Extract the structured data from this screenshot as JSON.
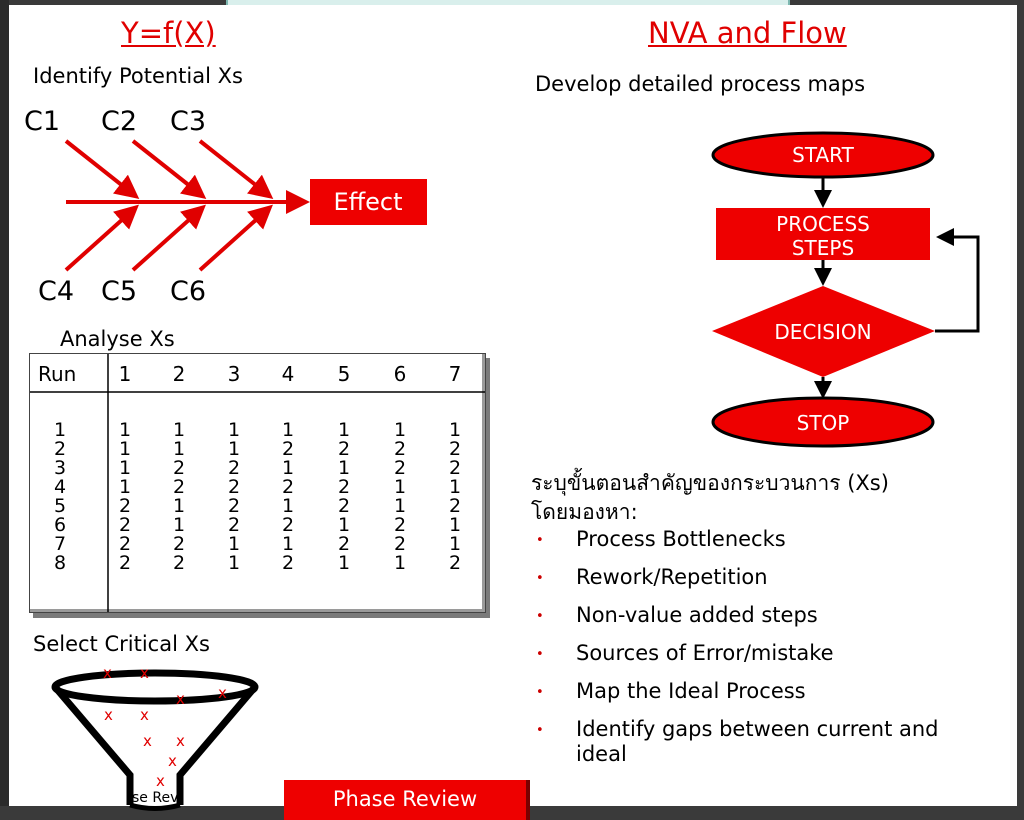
{
  "left": {
    "title": "Y=f(X)",
    "identify_label": "Identify Potential Xs",
    "fishbone": {
      "causes_top": [
        "C1",
        "C2",
        "C3"
      ],
      "causes_bottom": [
        "C4",
        "C5",
        "C6"
      ],
      "effect_label": "Effect"
    },
    "analyse_label": "Analyse Xs",
    "table": {
      "header": [
        "Run",
        "1",
        "2",
        "3",
        "4",
        "5",
        "6",
        "7"
      ],
      "rows": [
        [
          "1",
          "1",
          "1",
          "1",
          "1",
          "1",
          "1",
          "1"
        ],
        [
          "2",
          "1",
          "1",
          "1",
          "2",
          "2",
          "2",
          "2"
        ],
        [
          "3",
          "1",
          "2",
          "2",
          "1",
          "1",
          "2",
          "2"
        ],
        [
          "4",
          "1",
          "2",
          "2",
          "2",
          "2",
          "1",
          "1"
        ],
        [
          "5",
          "2",
          "1",
          "2",
          "1",
          "2",
          "1",
          "2"
        ],
        [
          "6",
          "2",
          "1",
          "2",
          "2",
          "1",
          "2",
          "1"
        ],
        [
          "7",
          "2",
          "2",
          "1",
          "1",
          "2",
          "2",
          "1"
        ],
        [
          "8",
          "2",
          "2",
          "1",
          "2",
          "1",
          "1",
          "2"
        ]
      ]
    },
    "select_label": "Select Critical Xs",
    "funnel_mark": "x",
    "funnel_text": "se Rev"
  },
  "right": {
    "title": "NVA and Flow",
    "subtitle": "Develop detailed process maps",
    "flowchart": {
      "start": "START",
      "process_line1": "PROCESS",
      "process_line2": "STEPS",
      "decision": "DECISION",
      "stop": "STOP"
    },
    "thai_heading_line1": "ระบุขั้นตอนสำคัญของกระบวนการ (Xs)",
    "thai_heading_line2": "โดยมองหา:",
    "bullets": [
      "Process Bottlenecks",
      "Rework/Repetition",
      "Non-value added steps",
      "Sources of Error/mistake",
      "Map the Ideal Process",
      "Identify gaps between current and ideal"
    ]
  },
  "phase_review_button": "Phase Review",
  "colors": {
    "accent_red": "#ee0000",
    "dark_red": "#cc0000",
    "frame": "#3a3a3a"
  }
}
